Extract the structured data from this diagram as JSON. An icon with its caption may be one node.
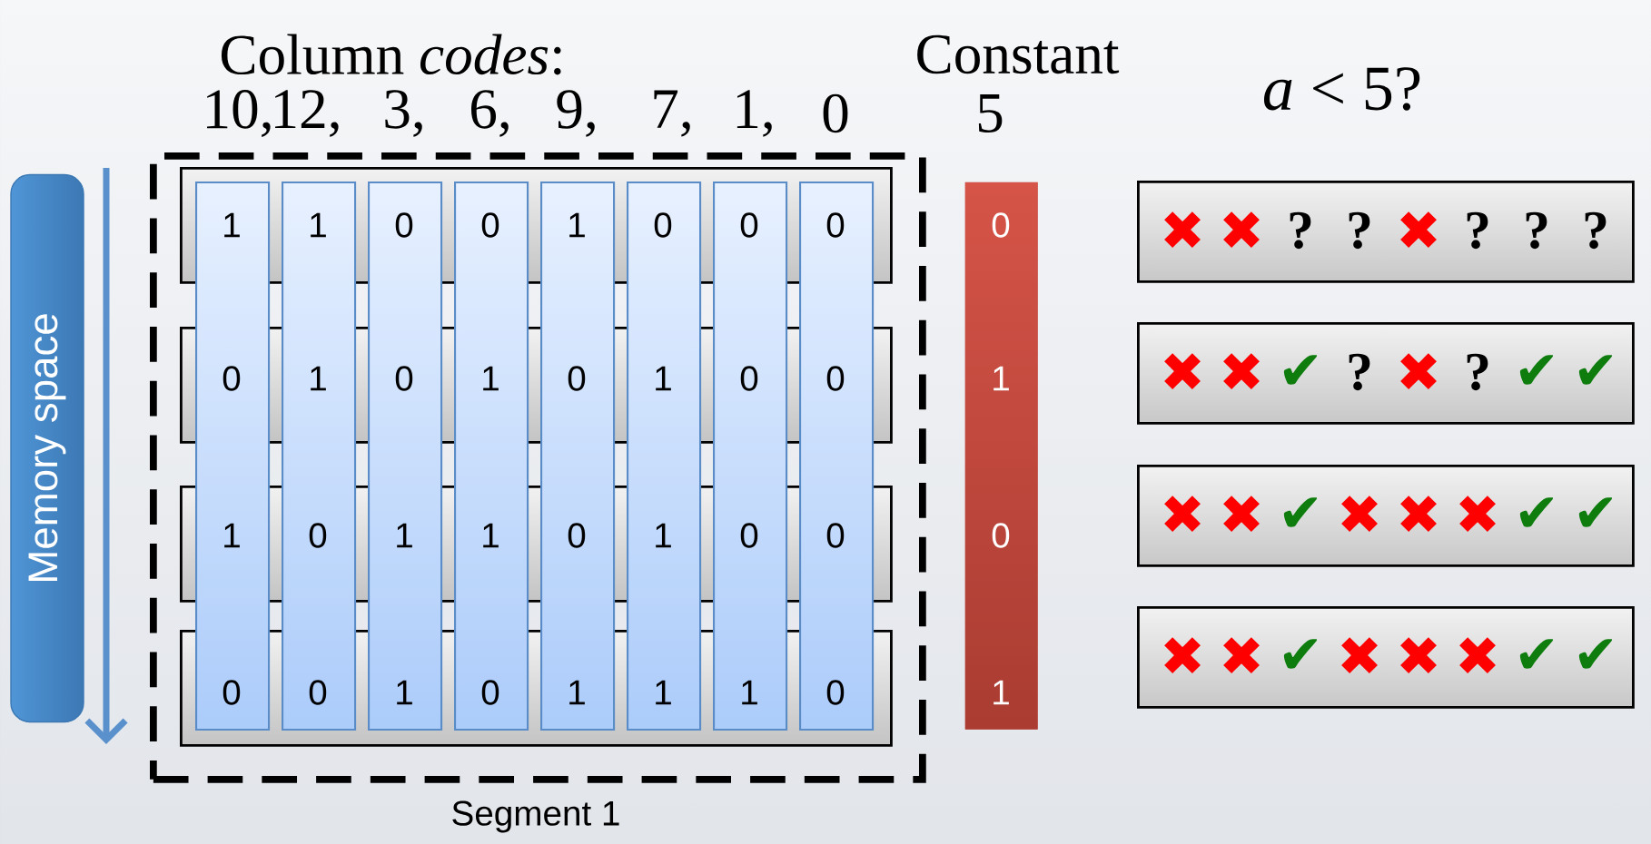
{
  "diagram": {
    "nodes": [
      {
        "text": [],
        "shape": "box",
        "beside": [
          "Segment 1"
        ]
      },
      {
        "text": [],
        "shape": "box",
        "in": 0
      },
      {
        "text": [],
        "shape": "box",
        "in": 0
      },
      {
        "text": [],
        "shape": "box",
        "in": 0
      },
      {
        "text": [],
        "shape": "box",
        "in": 0
      },
      {
        "text": [
          "1",
          "0",
          "1",
          "0"
        ],
        "in": 0
      },
      {
        "text": [
          "1",
          "1",
          "0",
          "0"
        ],
        "in": 0
      },
      {
        "text": [
          "0",
          "0",
          "1",
          "1"
        ],
        "in": 0
      },
      {
        "text": [
          "0",
          "1",
          "1",
          "0"
        ],
        "in": 0
      },
      {
        "text": [
          "1",
          "0",
          "0",
          "1"
        ],
        "in": 0
      },
      {
        "text": [
          "0",
          "1",
          "1",
          "1"
        ],
        "in": 0
      },
      {
        "text": [
          "0",
          "0",
          "0",
          "1"
        ],
        "in": 0
      },
      {
        "text": [
          "0",
          "0",
          "0",
          "0"
        ],
        "in": 0
      },
      {
        "text": [
          "0",
          "1",
          "0",
          "1"
        ]
      },
      {
        "text": [
          "Memory space"
        ]
      },
      {
        "text": [
          "✖",
          "✖",
          "?",
          "?",
          "✖",
          "?",
          "?",
          "?"
        ]
      },
      {
        "text": [
          "✖",
          "✖",
          "✔",
          "?",
          "✖",
          "?",
          "✔",
          "✔"
        ]
      },
      {
        "text": [
          "✖",
          "✖",
          "✔",
          "✖",
          "✖",
          "✖",
          "✔",
          "✔"
        ]
      },
      {
        "text": [
          "✖",
          "✖",
          "✔",
          "✖",
          "✖",
          "✖",
          "✔",
          "✔"
        ]
      }
    ],
    "labels": [
      "Column *codes*:",
      "10,",
      "12,",
      "3,",
      "6,",
      "9,",
      "7,",
      "1,",
      "0",
      "Constant",
      "5",
      "*a* < 5?"
    ]
  }
}
